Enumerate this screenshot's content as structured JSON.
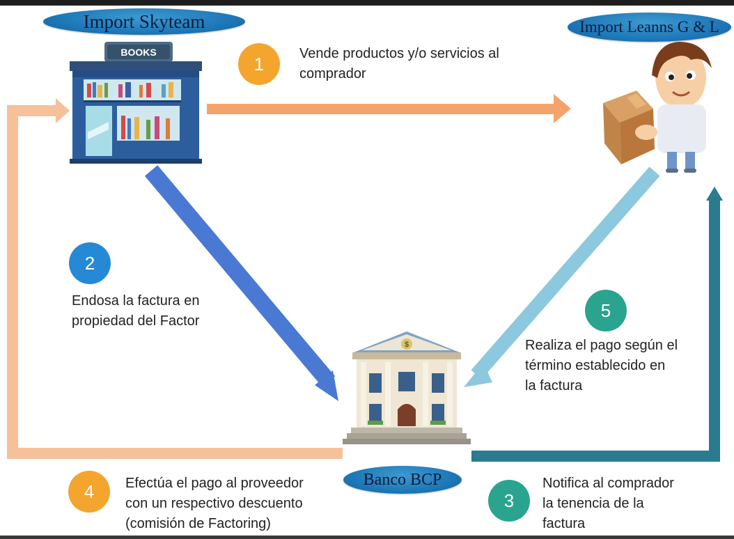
{
  "nodes": {
    "supplier_label": "Import Skyteam",
    "buyer_label": "Import Leanns G & L",
    "bank_label": "Banco BCP",
    "store_sign": "BOOKS",
    "bank_sign": "$"
  },
  "steps": [
    {
      "number": "1",
      "lines": [
        "Vende productos y/o servicios al",
        "comprador"
      ]
    },
    {
      "number": "2",
      "lines": [
        "Endosa la factura en",
        "propiedad del Factor"
      ]
    },
    {
      "number": "3",
      "lines": [
        "Notifica al comprador",
        "la tenencia de la",
        "factura"
      ]
    },
    {
      "number": "4",
      "lines": [
        "Efectúa el pago al proveedor",
        "con un respectivo descuento",
        "(comisión de Factoring)"
      ]
    },
    {
      "number": "5",
      "lines": [
        "Realiza el pago según el",
        "término establecido en",
        "la factura"
      ]
    }
  ],
  "colors": {
    "arrow_step1": "#f4a46a",
    "arrow_step2": "#4a79d4",
    "arrow_step3": "#2b7b90",
    "arrow_step4": "#f6c09a",
    "arrow_step5": "#8cc8de",
    "badge_orange": "#f3a52d",
    "badge_blue": "#2689d6",
    "badge_teal": "#2aa48e",
    "oval_blue": "#1e78b8"
  }
}
